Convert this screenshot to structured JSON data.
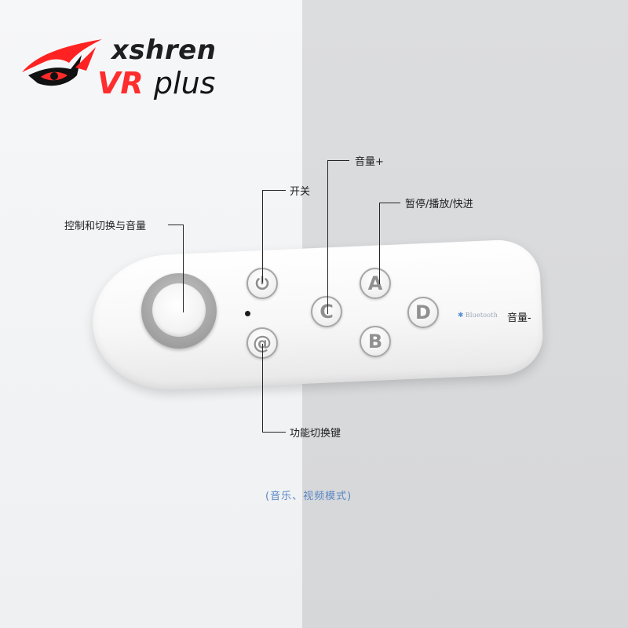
{
  "brand": {
    "line1": "xshren",
    "line2": "VR",
    "line2_suffix": "plus",
    "accent_color": "#ff2d2d",
    "logo_icon": "red-eye-emblem-icon"
  },
  "controller": {
    "buttons": {
      "power_icon": "power-icon",
      "at": "@",
      "c": "C",
      "a": "A",
      "b": "B",
      "d": "D"
    },
    "bluetooth_text": "Bluetooth",
    "bluetooth_icon": "bluetooth-icon"
  },
  "callouts": {
    "joystick": "控制和切换与音量",
    "power": "开关",
    "volume_up": "音量+",
    "play_pause": "暂停/播放/快进",
    "volume_down": "音量-",
    "function_switch": "功能切换键"
  },
  "footnote": "(音乐、视频模式)"
}
